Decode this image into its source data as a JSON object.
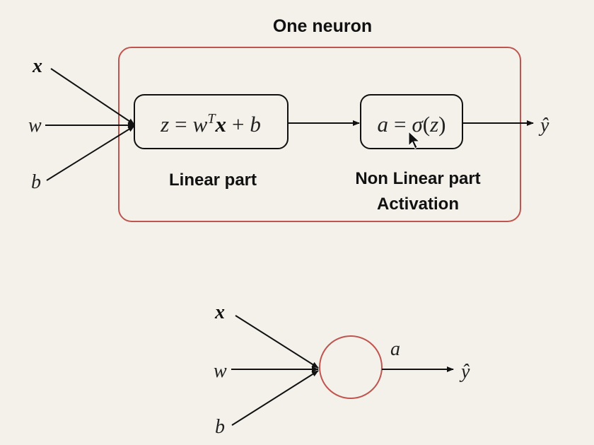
{
  "top": {
    "title": "One neuron",
    "inputs": {
      "x": "x",
      "w": "w",
      "b": "b"
    },
    "linear_box": {
      "z": "z",
      "eq1": "=",
      "w": "w",
      "sup": "T",
      "x": "x",
      "plus": "+",
      "b": "b"
    },
    "activation_box": {
      "a": "a",
      "eq": "=",
      "sigma": "σ",
      "open": "(",
      "z": "z",
      "close": ")"
    },
    "output": "ŷ",
    "linear_label": "Linear part",
    "nonlinear_label_1": "Non Linear part",
    "nonlinear_label_2": "Activation"
  },
  "bottom": {
    "inputs": {
      "x": "x",
      "w": "w",
      "b": "b"
    },
    "a_label": "a",
    "output": "ŷ"
  },
  "colors": {
    "background": "#f3f1ea",
    "frame": "#c0544f",
    "line": "#111111"
  }
}
